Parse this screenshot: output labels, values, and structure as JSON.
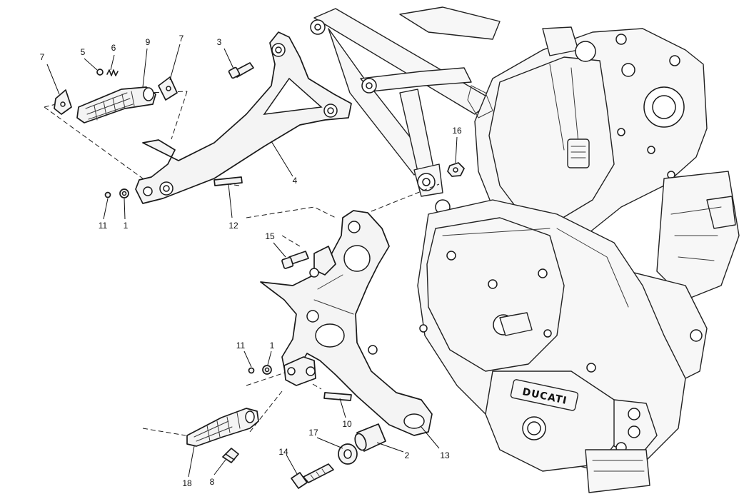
{
  "diagram": {
    "brand_text": "DUCATI",
    "callouts": [
      {
        "id": "c7a",
        "label": "7"
      },
      {
        "id": "c5",
        "label": "5"
      },
      {
        "id": "c6",
        "label": "6"
      },
      {
        "id": "c9",
        "label": "9"
      },
      {
        "id": "c7b",
        "label": "7"
      },
      {
        "id": "c3",
        "label": "3"
      },
      {
        "id": "c4",
        "label": "4"
      },
      {
        "id": "c11a",
        "label": "11"
      },
      {
        "id": "c1a",
        "label": "1"
      },
      {
        "id": "c12",
        "label": "12"
      },
      {
        "id": "c16",
        "label": "16"
      },
      {
        "id": "c15",
        "label": "15"
      },
      {
        "id": "c11b",
        "label": "11"
      },
      {
        "id": "c1b",
        "label": "1"
      },
      {
        "id": "c10",
        "label": "10"
      },
      {
        "id": "c17",
        "label": "17"
      },
      {
        "id": "c2",
        "label": "2"
      },
      {
        "id": "c13",
        "label": "13"
      },
      {
        "id": "c14",
        "label": "14"
      },
      {
        "id": "c18",
        "label": "18"
      },
      {
        "id": "c8",
        "label": "8"
      }
    ]
  }
}
